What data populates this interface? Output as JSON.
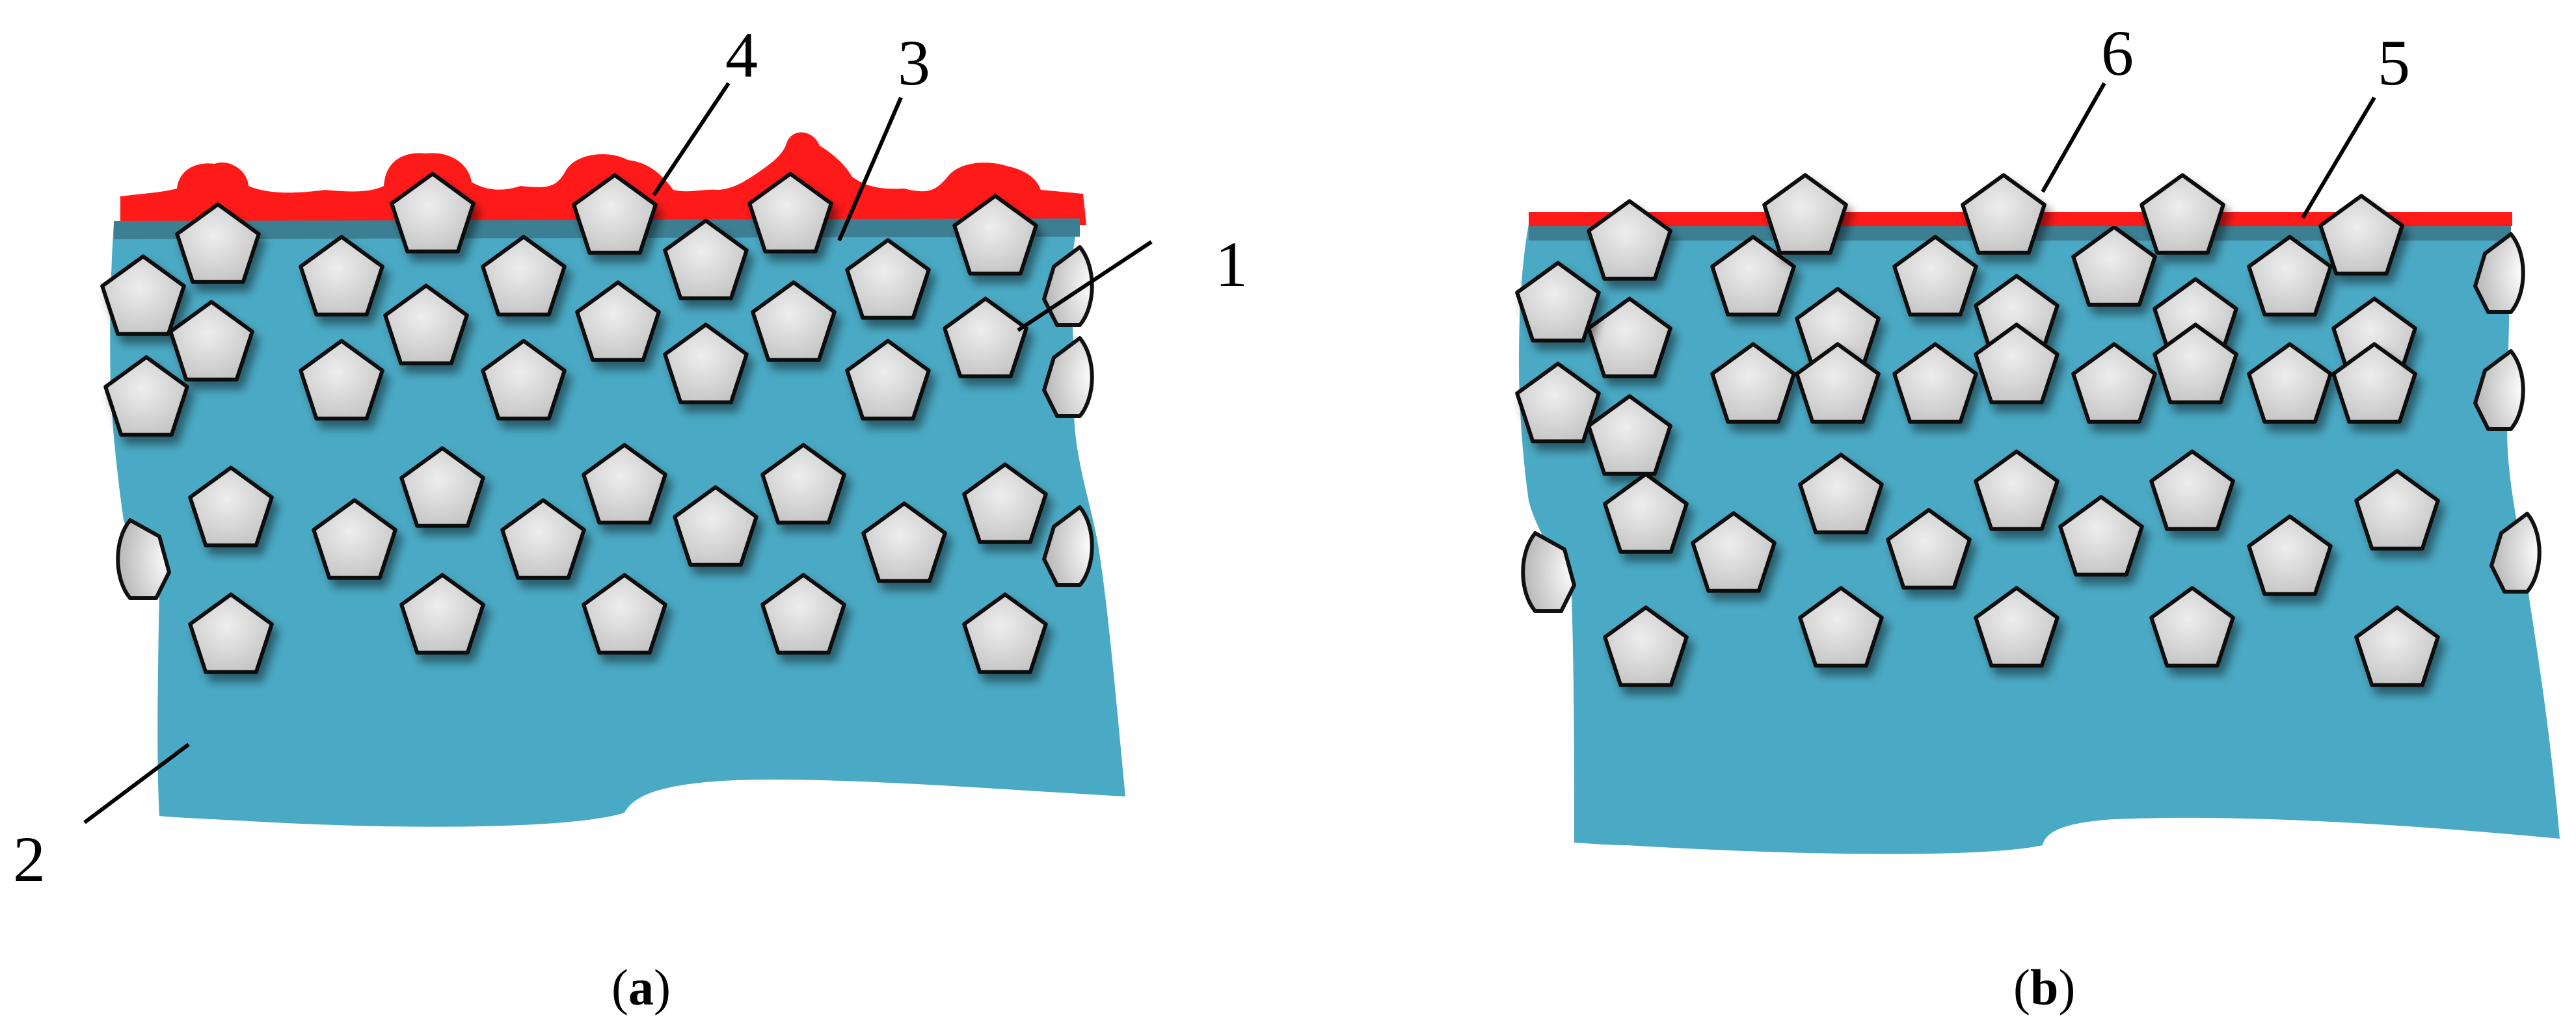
{
  "colors": {
    "matrix": "#4aa9c4",
    "matrix_edge": "#3c7f93",
    "grain_fill": "#d3d3d3",
    "grain_stroke": "#111111",
    "coating": "#ff1a1a"
  },
  "panel_a": {
    "labels": {
      "l1": "1",
      "l2": "2",
      "l3": "3",
      "l4": "4"
    },
    "caption": {
      "open": "(",
      "letter": "a",
      "close": ")"
    }
  },
  "panel_b": {
    "labels": {
      "l5": "5",
      "l6": "6"
    },
    "caption": {
      "open": "(",
      "letter": "b",
      "close": ")"
    }
  }
}
